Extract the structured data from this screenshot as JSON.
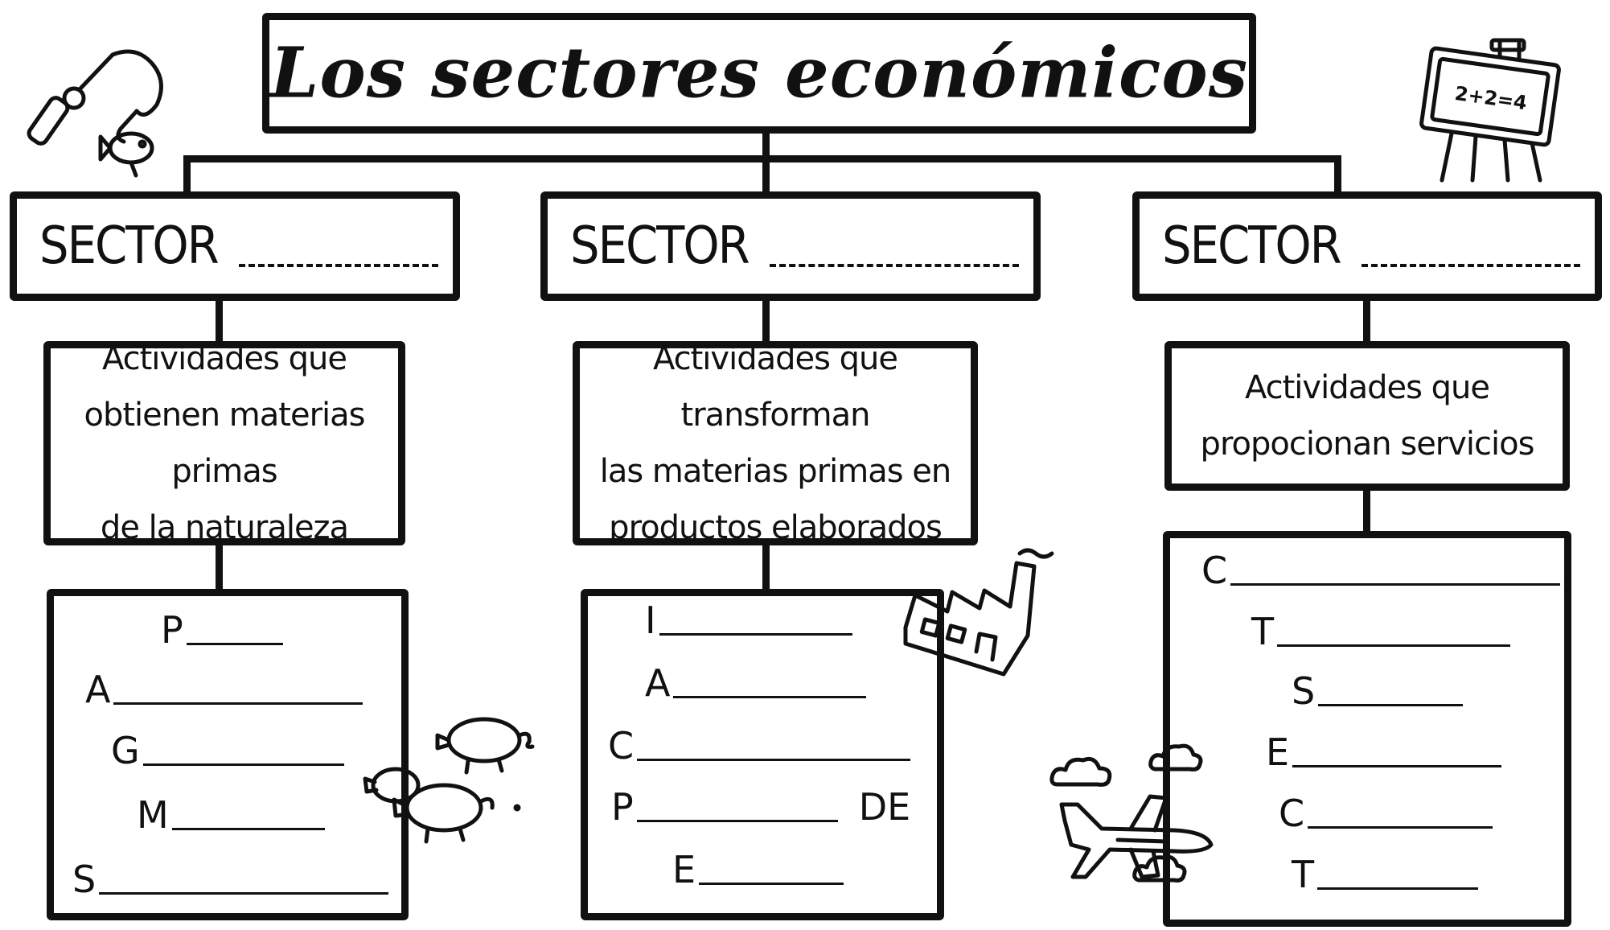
{
  "title": "Los sectores económicos",
  "sectors": [
    {
      "label": "SECTOR",
      "description": [
        "Actividades que",
        "obtienen materias primas",
        "de la naturaleza"
      ],
      "items": [
        "P",
        "A",
        "G",
        "M",
        "S"
      ]
    },
    {
      "label": "SECTOR",
      "description": [
        "Actividades que transforman",
        "las materias primas en",
        "productos elaborados"
      ],
      "items": [
        "I",
        "A",
        "C",
        "P",
        "E"
      ],
      "item_suffix": "DE"
    },
    {
      "label": "SECTOR",
      "description": [
        "Actividades que",
        "propocionan servicios"
      ],
      "items": [
        "C",
        "T",
        "S",
        "E",
        "C",
        "T"
      ]
    }
  ],
  "chalkboard_text": "2+2=4",
  "icons": [
    "fishing-rod-icon",
    "fish-icon",
    "chalkboard-icon",
    "pigs-icon",
    "factory-icon",
    "airplane-icon",
    "cloud-icon"
  ]
}
